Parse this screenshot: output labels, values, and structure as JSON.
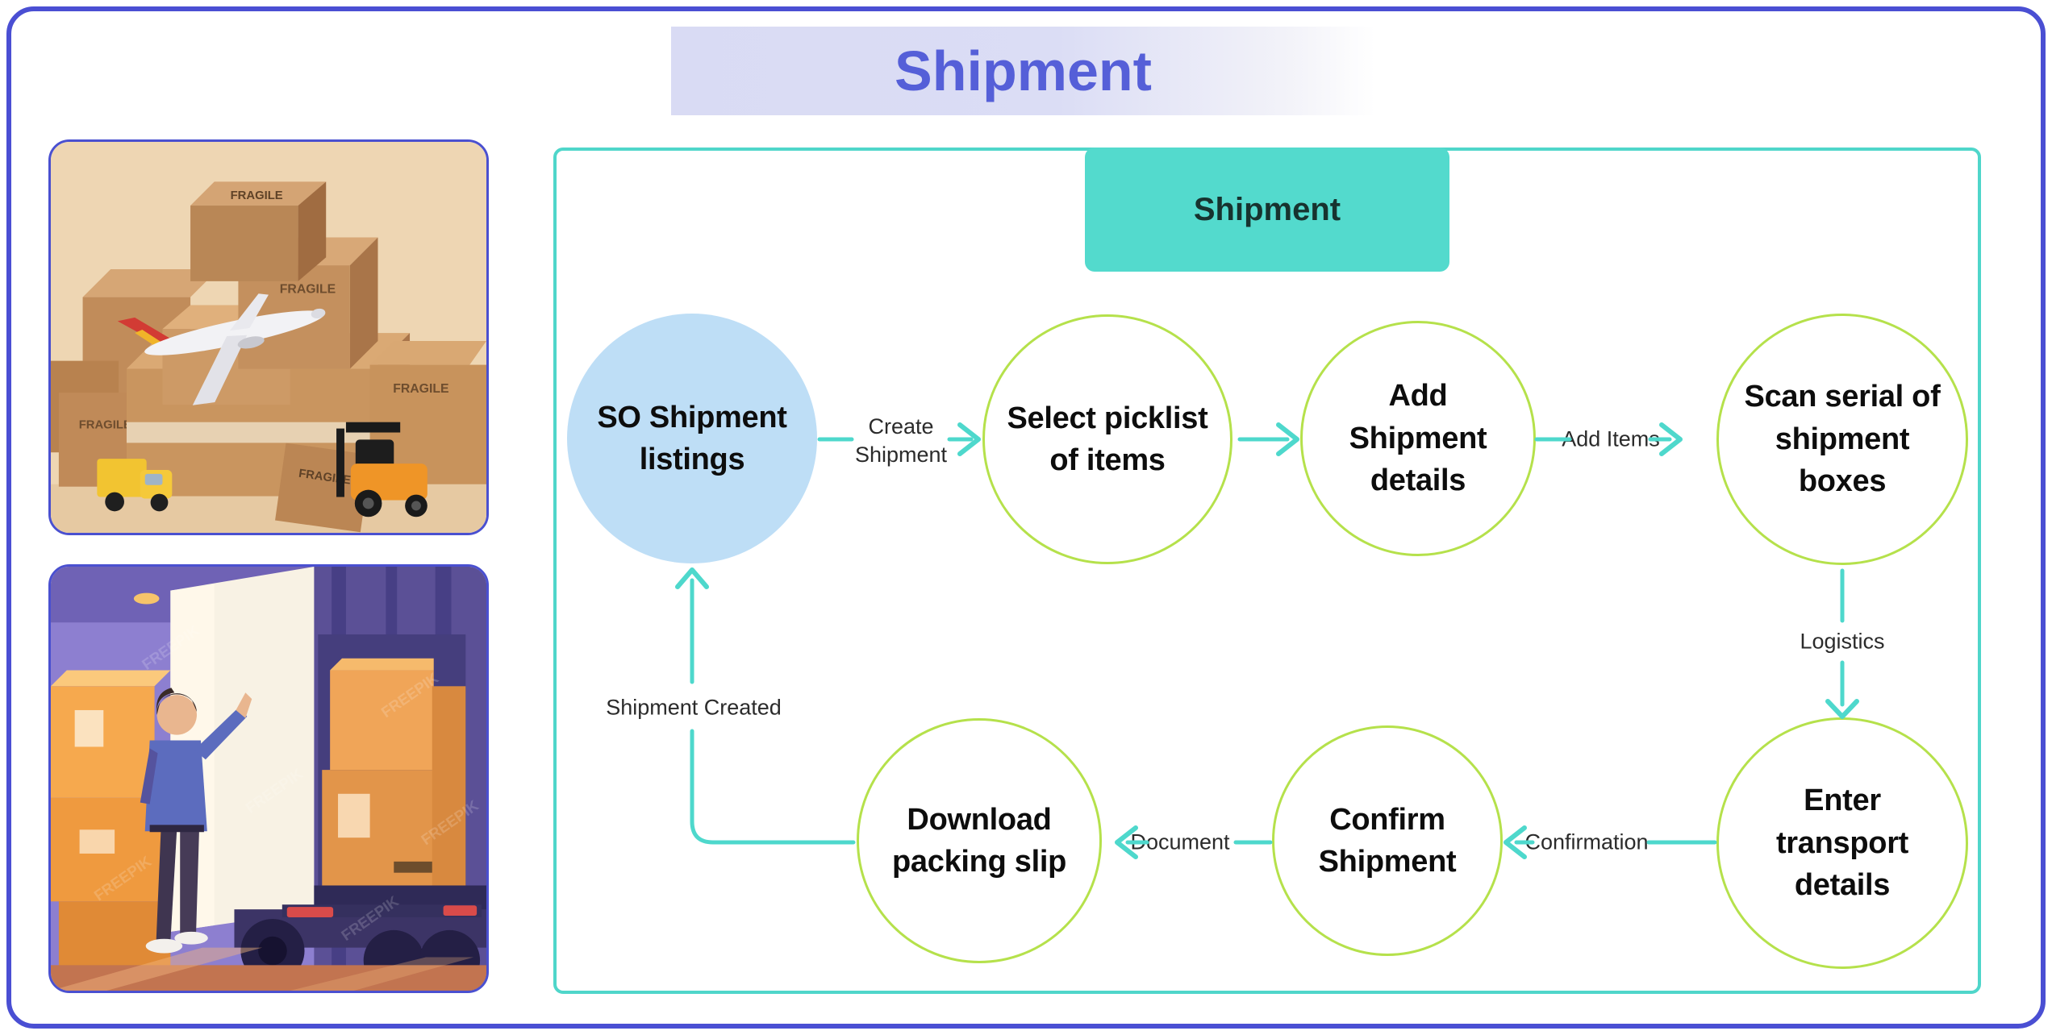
{
  "header": {
    "title": "Shipment"
  },
  "flowchart": {
    "panel_title": "Shipment",
    "nodes": [
      {
        "id": "so-shipment-listings",
        "label": "SO Shipment listings"
      },
      {
        "id": "select-picklist",
        "label": "Select picklist of items"
      },
      {
        "id": "add-shipment-details",
        "label": "Add Shipment details"
      },
      {
        "id": "scan-serial-boxes",
        "label": "Scan serial of shipment boxes"
      },
      {
        "id": "enter-transport-details",
        "label": "Enter transport details"
      },
      {
        "id": "confirm-shipment",
        "label": "Confirm Shipment"
      },
      {
        "id": "download-packing-slip",
        "label": "Download packing slip"
      }
    ],
    "edges": [
      {
        "from": "so-shipment-listings",
        "to": "select-picklist",
        "label": "Create Shipment"
      },
      {
        "from": "select-picklist",
        "to": "add-shipment-details",
        "label": ""
      },
      {
        "from": "add-shipment-details",
        "to": "scan-serial-boxes",
        "label": "Add Items"
      },
      {
        "from": "scan-serial-boxes",
        "to": "enter-transport-details",
        "label": "Logistics"
      },
      {
        "from": "enter-transport-details",
        "to": "confirm-shipment",
        "label": "Confirmation"
      },
      {
        "from": "confirm-shipment",
        "to": "download-packing-slip",
        "label": "Document"
      },
      {
        "from": "download-packing-slip",
        "to": "so-shipment-listings",
        "label": "Shipment Created"
      }
    ]
  },
  "images": {
    "photo_boxes": {
      "fragile_label": "FRAGILE"
    },
    "illustration_loading": {
      "watermark": "FREEPIK"
    }
  },
  "colors": {
    "accent_teal": "#4ed8cc",
    "accent_lime": "#b5e14b",
    "node_fill_blue": "#bedef6",
    "title_blue": "#555fd8",
    "frame_blue": "#4a4fd3"
  }
}
